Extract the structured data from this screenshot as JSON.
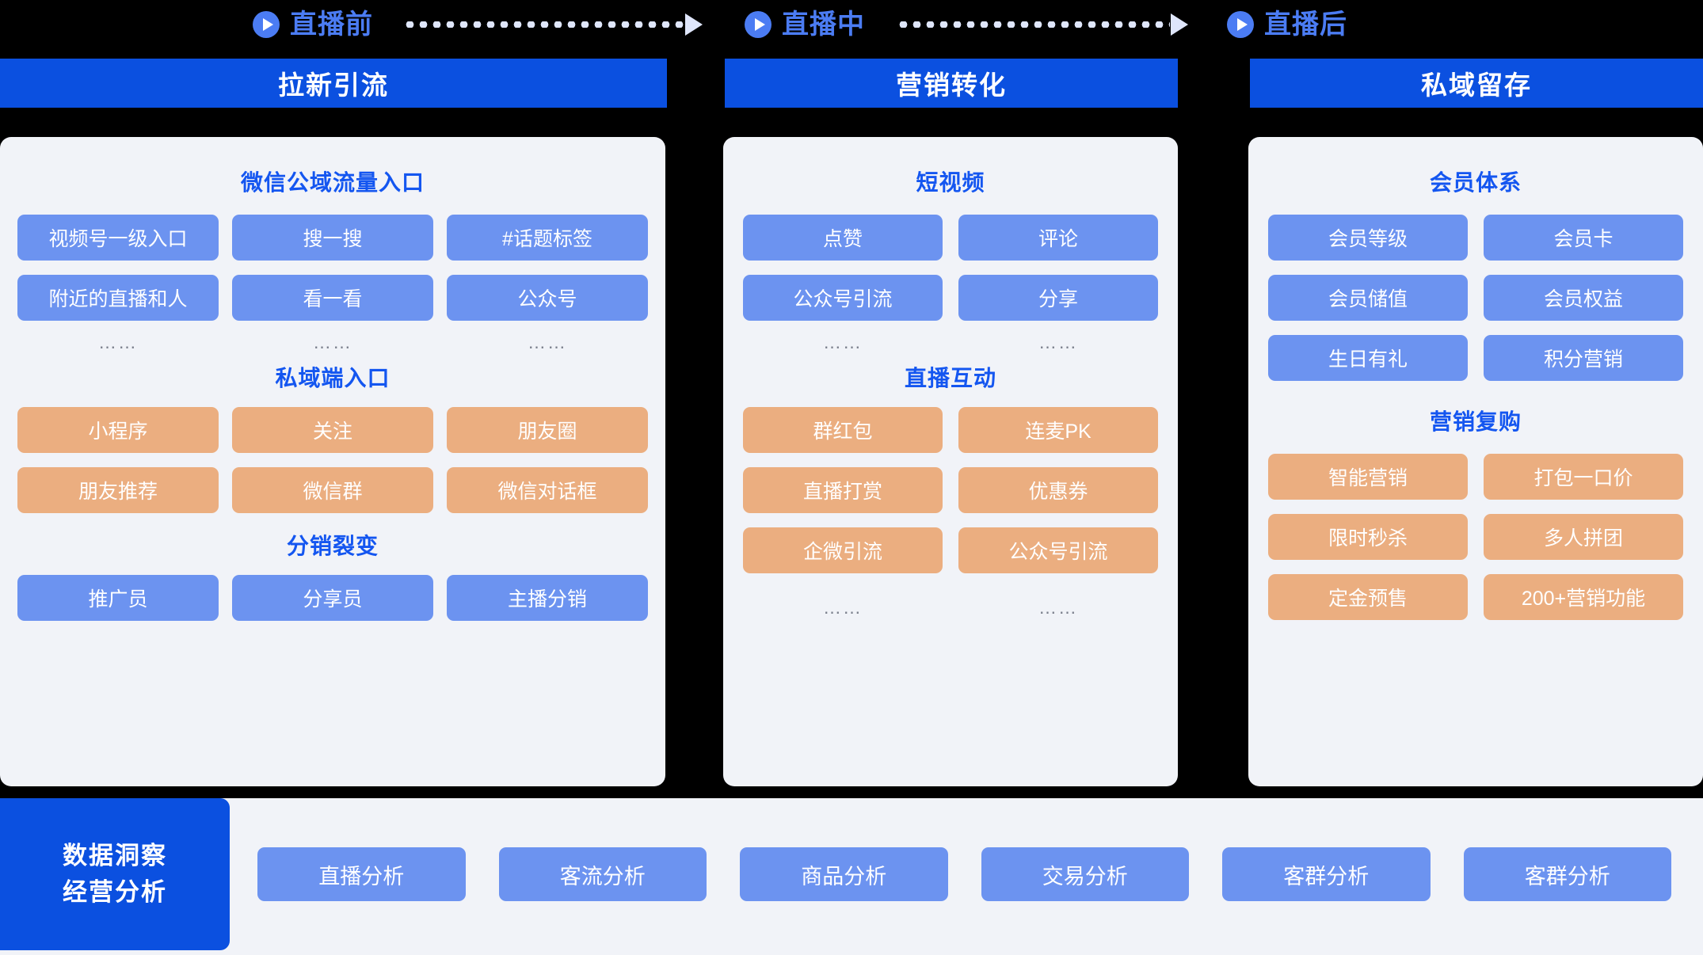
{
  "phases": [
    {
      "icon": "play-circle-icon",
      "label": "直播前"
    },
    {
      "icon": "play-circle-icon",
      "label": "直播中"
    },
    {
      "icon": "play-circle-icon",
      "label": "直播后"
    }
  ],
  "arrows": [
    {
      "name": "dotted-arrow-1"
    },
    {
      "name": "dotted-arrow-2"
    }
  ],
  "columns": [
    {
      "header": "拉新引流",
      "groups": [
        {
          "title": "微信公域流量入口",
          "style": "blue",
          "columns": 3,
          "items": [
            "视频号一级入口",
            "搜一搜",
            "#话题标签",
            "附近的直播和人",
            "看一看",
            "公众号"
          ],
          "dots": [
            "……",
            "……",
            "……"
          ]
        },
        {
          "title": "私域端入口",
          "style": "orange",
          "columns": 3,
          "items": [
            "小程序",
            "关注",
            "朋友圈",
            "朋友推荐",
            "微信群",
            "微信对话框"
          ],
          "dots": []
        },
        {
          "title": "分销裂变",
          "style": "blue",
          "columns": 3,
          "items": [
            "推广员",
            "分享员",
            "主播分销"
          ],
          "dots": []
        }
      ]
    },
    {
      "header": "营销转化",
      "groups": [
        {
          "title": "短视频",
          "style": "blue",
          "columns": 2,
          "items": [
            "点赞",
            "评论",
            "公众号引流",
            "分享"
          ],
          "dots": [
            "……",
            "……"
          ]
        },
        {
          "title": "直播互动",
          "style": "orange",
          "columns": 2,
          "items": [
            "群红包",
            "连麦PK",
            "直播打赏",
            "优惠券",
            "企微引流",
            "公众号引流"
          ],
          "dots": [
            "……",
            "……"
          ]
        }
      ]
    },
    {
      "header": "私域留存",
      "groups": [
        {
          "title": "会员体系",
          "style": "blue",
          "columns": 2,
          "items": [
            "会员等级",
            "会员卡",
            "会员储值",
            "会员权益",
            "生日有礼",
            "积分营销"
          ],
          "dots": []
        },
        {
          "title": "营销复购",
          "style": "orange",
          "columns": 2,
          "items": [
            "智能营销",
            "打包一口价",
            "限时秒杀",
            "多人拼团",
            "定金预售",
            "200+营销功能"
          ],
          "dots": []
        }
      ]
    }
  ],
  "bottom": {
    "label_line1": "数据洞察",
    "label_line2": "经营分析",
    "items": [
      "直播分析",
      "客流分析",
      "商品分析",
      "交易分析",
      "客群分析",
      "客群分析"
    ]
  },
  "colors": {
    "background": "#000000",
    "header_blue": "#0B50E0",
    "card_bg": "#F1F3F8",
    "pill_blue": "#6C93F0",
    "pill_orange": "#EBAE80",
    "title_blue": "#1456F0",
    "phase_blue": "#4B7CF3",
    "arrow_color": "#DFE6FB"
  }
}
